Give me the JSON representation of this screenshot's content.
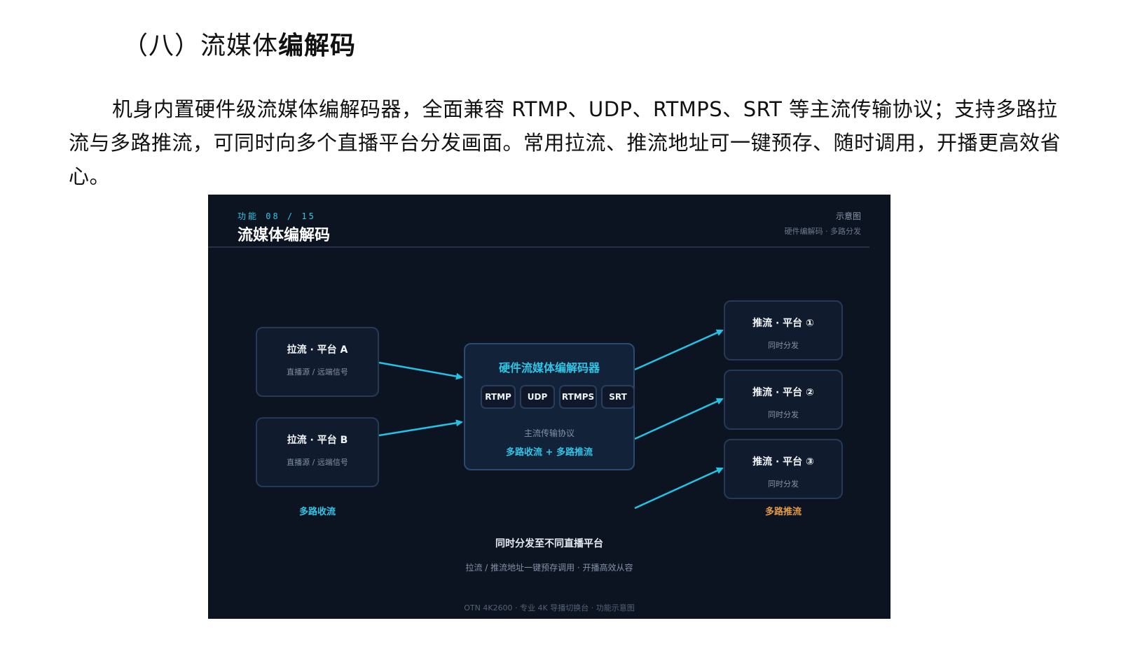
{
  "heading": {
    "number": "（八）",
    "plain": "流媒体",
    "bold": "编解码"
  },
  "paragraph": "机身内置硬件级流媒体编解码器，全面兼容 RTMP、UDP、RTMPS、SRT 等主流传输协议；支持多路拉流与多路推流，可同时向多个直播平台分发画面。常用拉流、推流地址可一键预存、随时调用，开播更高效省心。",
  "figure": {
    "kicker": "功能 08 / 15",
    "title": "流媒体编解码",
    "tag": "示意图",
    "subtag": "硬件编解码 · 多路分发",
    "sources": [
      {
        "title": "拉流 · 平台 A",
        "subtitle": "直播源 / 远端信号"
      },
      {
        "title": "拉流 · 平台 B",
        "subtitle": "直播源 / 远端信号"
      }
    ],
    "sources_label": "多路收流",
    "encoder": {
      "title": "硬件流媒体编解码器",
      "protocols": [
        "RTMP",
        "UDP",
        "RTMPS",
        "SRT"
      ],
      "caption": "主流传输协议",
      "flow": "多路收流 + 多路推流"
    },
    "targets": [
      {
        "title": "推流 · 平台 ①",
        "subtitle": "同时分发"
      },
      {
        "title": "推流 · 平台 ②",
        "subtitle": "同时分发"
      },
      {
        "title": "推流 · 平台 ③",
        "subtitle": "同时分发"
      }
    ],
    "targets_label": "多路推流",
    "footer_main": "同时分发至不同直播平台",
    "footer_sub": "拉流 / 推流地址一键预存调用 · 开播高效从容",
    "credit": "OTN 4K2600 · 专业 4K 导播切换台 · 功能示意图",
    "colors": {
      "background": "#0c1422",
      "accent": "#30c4e6",
      "arrow": "#22c3e6",
      "push_label": "#e39a43"
    }
  }
}
